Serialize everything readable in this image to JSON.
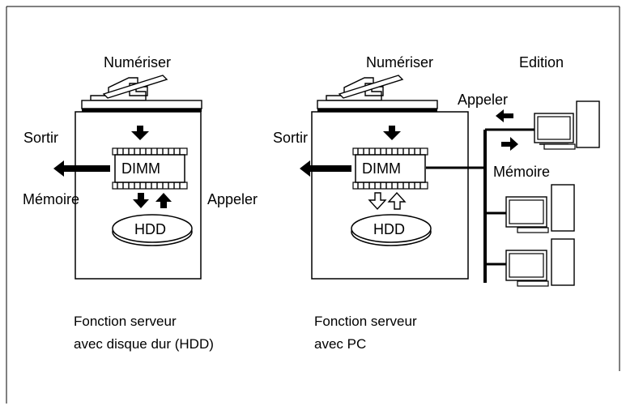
{
  "left_diagram": {
    "scan_label": "Numériser",
    "output_label": "Sortir",
    "memory_label": "Mémoire",
    "recall_label": "Appeler",
    "dimm_label": "DIMM",
    "hdd_label": "HDD",
    "caption_line1": "Fonction serveur",
    "caption_line2": "avec disque dur (HDD)"
  },
  "right_diagram": {
    "scan_label": "Numériser",
    "edit_label": "Edition",
    "output_label": "Sortir",
    "recall_label": "Appeler",
    "memory_label": "Mémoire",
    "dimm_label": "DIMM",
    "hdd_label": "HDD",
    "caption_line1": "Fonction serveur",
    "caption_line2": "avec PC"
  }
}
